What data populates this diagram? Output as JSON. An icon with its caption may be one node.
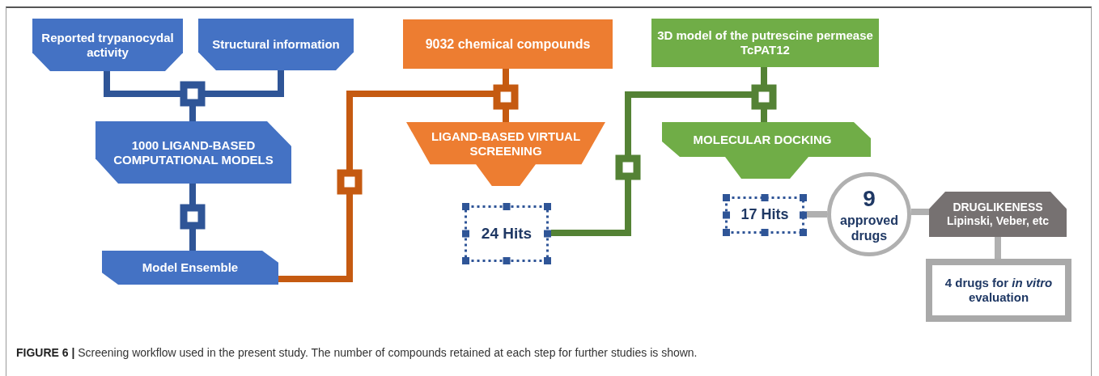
{
  "diagram": {
    "caption": "**FIGURE 6 |** Screening workflow used in the present study. The number of compounds retained at each step for further studies is shown.",
    "nodes": [
      {
        "text": [
          "Reported trypanocydal activity"
        ]
      },
      {
        "text": [
          "Structural information"
        ]
      },
      {
        "text": [
          "1000 LIGAND-BASED COMPUTATIONAL MODELS"
        ]
      },
      {
        "text": [
          "Model Ensemble"
        ]
      },
      {
        "text": [
          "9032 chemical compounds"
        ]
      },
      {
        "text": [
          "LIGAND-BASED VIRTUAL SCREENING"
        ]
      },
      {
        "text": [
          "24 Hits"
        ]
      },
      {
        "text": [
          "3D model of the putrescine permease TcPAT12"
        ]
      },
      {
        "text": [
          "MOLECULAR DOCKING"
        ]
      },
      {
        "text": [
          "17 Hits"
        ]
      },
      {
        "text": [
          "9",
          "approved drugs"
        ]
      },
      {
        "text": [
          "DRUGLIKENESS",
          "Lipinski, Veber, etc"
        ]
      },
      {
        "text": [
          "4 drugs for *in vitro* evaluation"
        ]
      }
    ],
    "edges": [
      {
        "from": 0,
        "to": 2,
        "arrow": "none",
        "color": "#2f5597"
      },
      {
        "from": 1,
        "to": 2,
        "arrow": "none",
        "color": "#2f5597"
      },
      {
        "from": 2,
        "to": 3,
        "arrow": "none",
        "color": "#2f5597"
      },
      {
        "from": 3,
        "to": 5,
        "arrow": "none",
        "color": "#c55a11"
      },
      {
        "from": 4,
        "to": 5,
        "arrow": "none",
        "color": "#c55a11"
      },
      {
        "from": 6,
        "to": 8,
        "arrow": "none",
        "color": "#548235"
      },
      {
        "from": 7,
        "to": 8,
        "arrow": "none",
        "color": "#548235"
      },
      {
        "from": 9,
        "to": 10,
        "arrow": "none",
        "color": "#b0b0b0"
      },
      {
        "from": 10,
        "to": 11,
        "arrow": "none",
        "color": "#b0b0b0"
      },
      {
        "from": 11,
        "to": 12,
        "arrow": "none",
        "color": "#b0b0b0"
      }
    ]
  }
}
